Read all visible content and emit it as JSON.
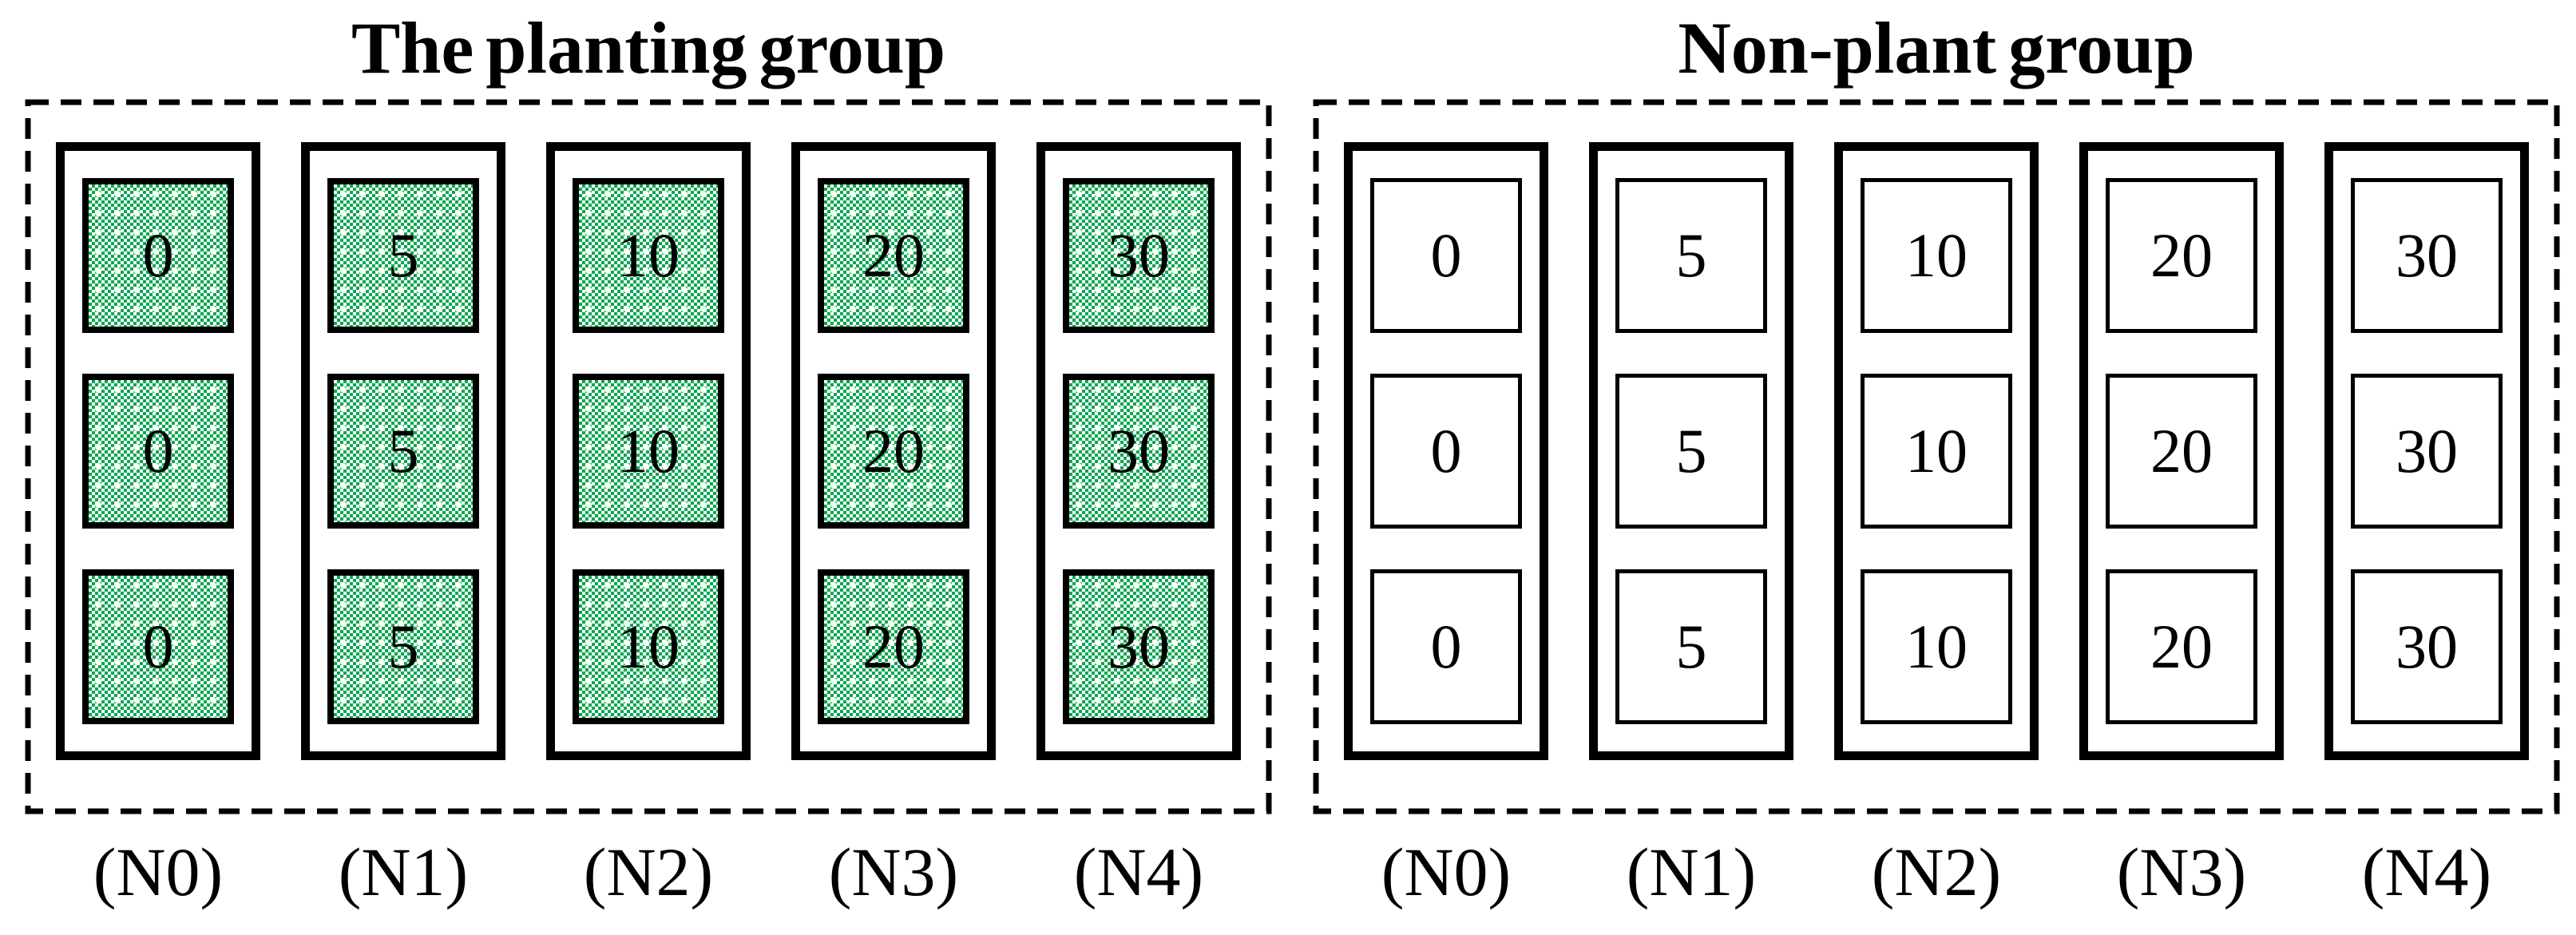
{
  "figure": {
    "background_color": "#FFFFFF",
    "border_color": "#000000",
    "pattern_green": "#0AA64F",
    "groups": [
      {
        "id": "planting",
        "title": "The planting group",
        "cell_fill": "green dotted-diamond pattern",
        "columns": [
          {
            "label": "(N0)",
            "cells": [
              "0",
              "0",
              "0"
            ]
          },
          {
            "label": "(N1)",
            "cells": [
              "5",
              "5",
              "5"
            ]
          },
          {
            "label": "(N2)",
            "cells": [
              "10",
              "10",
              "10"
            ]
          },
          {
            "label": "(N3)",
            "cells": [
              "20",
              "20",
              "20"
            ]
          },
          {
            "label": "(N4)",
            "cells": [
              "30",
              "30",
              "30"
            ]
          }
        ]
      },
      {
        "id": "non_plant",
        "title": "Non-plant group",
        "cell_fill": "white",
        "columns": [
          {
            "label": "(N0)",
            "cells": [
              "0",
              "0",
              "0"
            ]
          },
          {
            "label": "(N1)",
            "cells": [
              "5",
              "5",
              "5"
            ]
          },
          {
            "label": "(N2)",
            "cells": [
              "10",
              "10",
              "10"
            ]
          },
          {
            "label": "(N3)",
            "cells": [
              "20",
              "20",
              "20"
            ]
          },
          {
            "label": "(N4)",
            "cells": [
              "30",
              "30",
              "30"
            ]
          }
        ]
      }
    ]
  }
}
